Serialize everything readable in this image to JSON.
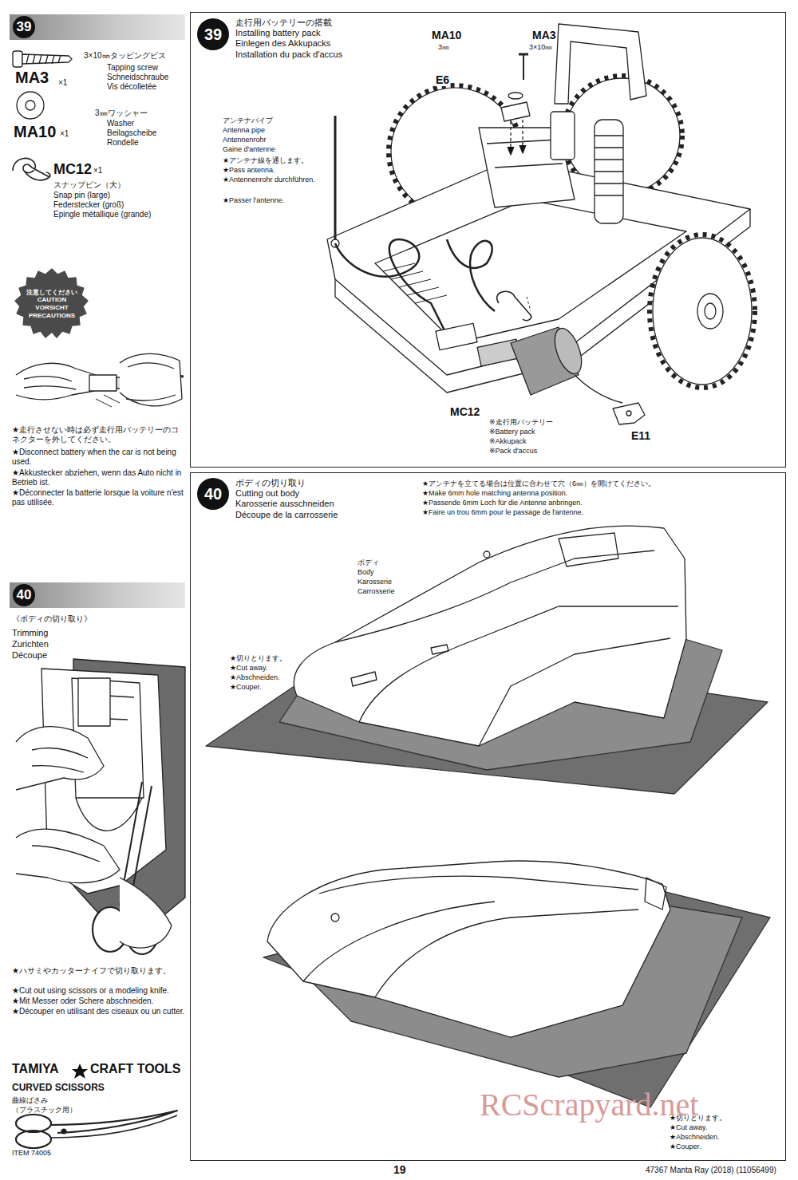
{
  "diagram": {
    "nodes": [
      {
        "text": [
          "39"
        ]
      },
      {
        "text": [
          "走行用バッテリーの搭載",
          "Installing battery pack",
          "Einlegen des Akkupacks",
          "Installation du pack d'accus"
        ]
      },
      {
        "text": [
          "39"
        ],
        "in": 1
      },
      {
        "text": [
          "注意してください",
          "CAUTION",
          "VORSICHT",
          "PRECAUTIONS"
        ]
      },
      {
        "text": [
          "40"
        ]
      },
      {
        "text": [
          "ボディの切り取り",
          "Cutting out body",
          "Karosserie ausschneiden",
          "Découpe de la carrosserie"
        ]
      },
      {
        "text": [
          "40"
        ],
        "in": 5
      }
    ],
    "labels": [
      "MA3",
      "×1",
      "3×10㎜タッピングビス",
      "Tapping screw",
      "Schneidschraube",
      "Vis décolletée",
      "MA10",
      "×1",
      "3㎜ワッシャー",
      "Washer",
      "Beilagscheibe",
      "Rondelle",
      "MC12",
      "×1",
      "スナップピン（大）",
      "Snap pin (large)",
      "Federstecker (groß)",
      "Epingle métallique (grande)",
      "★走行させない時は必ず走行用バッテリーのコネクターを外してください。",
      "★Disconnect battery when the car is not being used.",
      "★Akkustecker abziehen, wenn das Auto nicht in Betrieb ist.",
      "★Déconnecter la batterie lorsque la voiture n'est pas utilisée.",
      "《ボディの切り取り》",
      "Trimming",
      "Zurichten",
      "Découpe",
      "★ハサミやカッターナイフで切り取ります。",
      "★Cut out using scissors or a modeling knife.",
      "★Mit Messer oder Schere abschneiden.",
      "★Découper en utilisant des ciseaux ou un cutter.",
      "TAMIYA",
      "CRAFT TOOLS",
      "CURVED SCISSORS",
      "曲線ばさみ",
      "（プラスチック用）",
      "ITEM 74005",
      "MA10",
      "3㎜",
      "MA3",
      "3×10㎜",
      "E6",
      "アンテナパイプ",
      "Antenna pipe",
      "Antennenrohr",
      "Gaine d'antenne",
      "★アンテナ線を通します。",
      "★Pass antenna.",
      "★Antennenrohr durchführen.",
      "★Passer l'antenne.",
      "MC12",
      "E11",
      "※走行用バッテリー",
      "※Battery pack",
      "※Akkupack",
      "※Pack d'accus",
      "★アンテナを立てる場合は位置に合わせて穴（6㎜）を開けてください。",
      "★Make 6mm hole matching antenna position.",
      "★Passende 6mm Loch für die Antenne anbringen.",
      "★Faire un trou 6mm pour le passage de l'antenne.",
      "ボディ",
      "Body",
      "Karosserie",
      "Carrosserie",
      "★切りとります。",
      "★Cut away.",
      "★Abschneiden.",
      "★Couper.",
      "★切りとります。",
      "★Cut away.",
      "★Abschneiden.",
      "★Couper.",
      "19",
      "47367 Manta Ray (2018) (11056499)",
      "RCScrapyard.net"
    ]
  }
}
